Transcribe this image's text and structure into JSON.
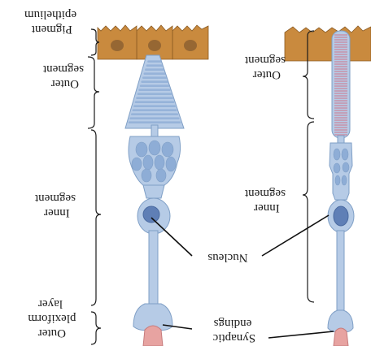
{
  "labels": {
    "pigment_epithelium": [
      "Pigment",
      "epithelium"
    ],
    "cone_outer_segment": [
      "Outer",
      "segment"
    ],
    "cone_inner_segment": [
      "Inner",
      "segment"
    ],
    "outer_plexiform_layer": [
      "Outer",
      "plexiform",
      "layer"
    ],
    "rod_outer_segment": [
      "Outer",
      "segment"
    ],
    "rod_inner_segment": [
      "Inner",
      "segment"
    ],
    "nucleus": "Nucleus",
    "synaptic_endings": [
      "Synaptic",
      "endings"
    ]
  },
  "colors": {
    "cell_fill": "#b6cbe6",
    "cell_stroke": "#7f9fc6",
    "mitochondria": "#8eadd6",
    "nucleus_fill": "#5f7fb6",
    "pigment_fill": "#c98a3e",
    "pigment_stroke": "#8a5a22",
    "rod_disks": "#c795ad",
    "synapse_pink": "#e7a3a1",
    "label_text": "#1a1a1a"
  }
}
